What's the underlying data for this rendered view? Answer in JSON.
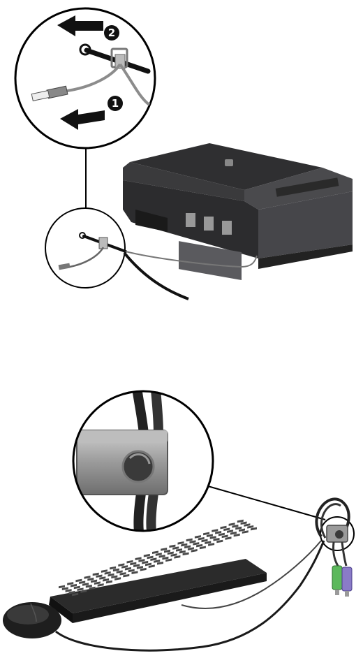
{
  "figures": [
    {
      "subject": "printer-cable-lock",
      "steps": [
        {
          "number": "1",
          "direction": "left"
        },
        {
          "number": "2",
          "direction": "left"
        }
      ],
      "colors": {
        "printer": "#3a3a3c",
        "cable": "#1a1a1a",
        "arrow": "#111111",
        "cord": "#8c8c8c"
      }
    },
    {
      "subject": "keyboard-mouse-cable-lock",
      "colors": {
        "keyboard": "#2b2b2b",
        "mouse": "#1e1e1e",
        "lock": "#8e8e8e",
        "ps2_green": "#5cb85c",
        "ps2_purple": "#8a7bc8"
      }
    }
  ]
}
